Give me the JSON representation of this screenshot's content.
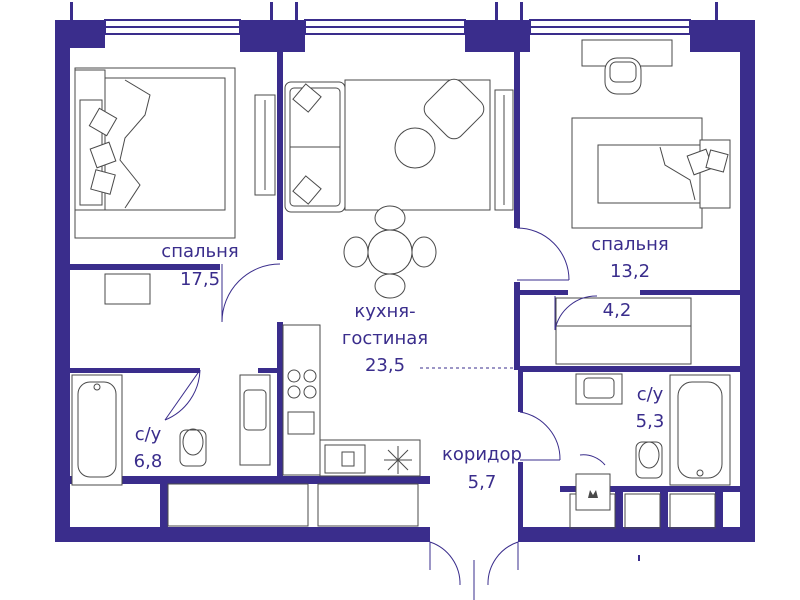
{
  "plan": {
    "colors": {
      "wall": "#3a2d8c",
      "furniture": "#4a4a4a",
      "background": "#ffffff"
    },
    "rooms": [
      {
        "id": "bedroom1",
        "name": "спальня",
        "area": "17,5"
      },
      {
        "id": "living",
        "name_line1": "кухня-",
        "name_line2": "гостиная",
        "area": "23,5"
      },
      {
        "id": "bedroom2",
        "name": "спальня",
        "area": "13,2"
      },
      {
        "id": "closet",
        "area": "4,2"
      },
      {
        "id": "bath1",
        "name": "с/у",
        "area": "6,8"
      },
      {
        "id": "bath2",
        "name": "с/у",
        "area": "5,3"
      },
      {
        "id": "corridor",
        "name": "коридор",
        "area": "5,7"
      }
    ]
  }
}
